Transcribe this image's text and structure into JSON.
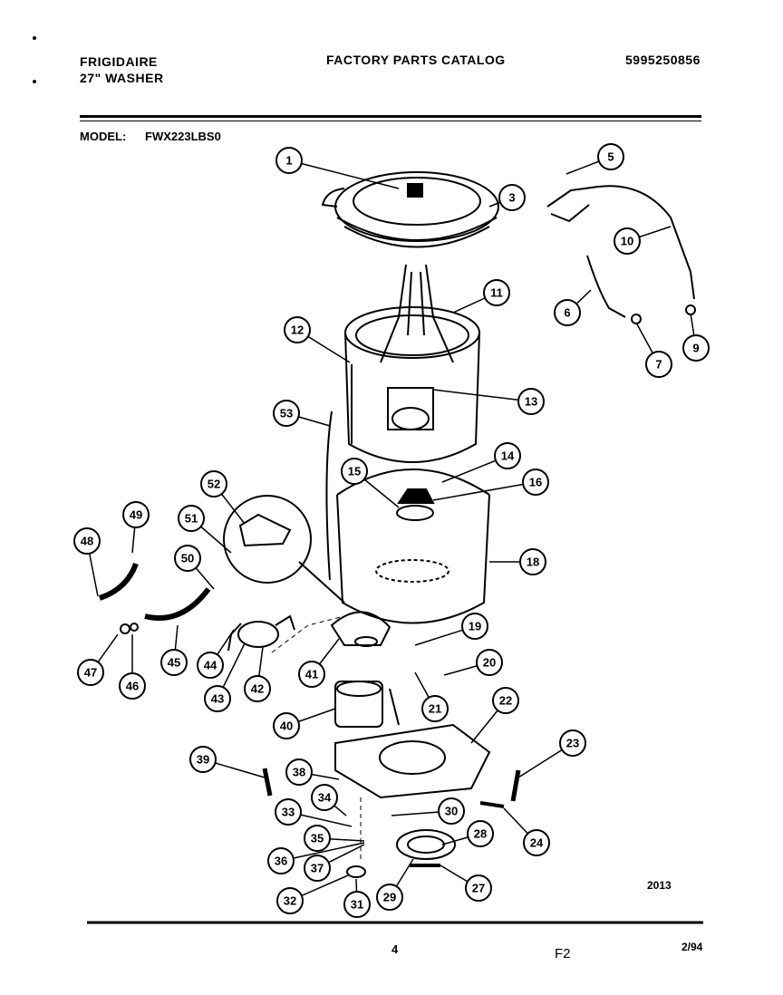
{
  "header": {
    "brand": "FRIGIDAIRE",
    "product": "27\" WASHER",
    "title": "FACTORY PARTS CATALOG",
    "catalog_number": "5995250856"
  },
  "model": {
    "label": "MODEL:",
    "value": "FWX223LBS0"
  },
  "figure_id": "2013",
  "footer": {
    "page": "4",
    "section": "F2",
    "date": "2/94"
  },
  "callouts": [
    "1",
    "3",
    "5",
    "10",
    "6",
    "7",
    "9",
    "11",
    "12",
    "13",
    "53",
    "14",
    "15",
    "16",
    "18",
    "52",
    "49",
    "48",
    "51",
    "50",
    "19",
    "20",
    "21",
    "22",
    "47",
    "46",
    "45",
    "44",
    "43",
    "42",
    "41",
    "40",
    "39",
    "38",
    "34",
    "33",
    "30",
    "35",
    "36",
    "37",
    "32",
    "31",
    "29",
    "28",
    "27",
    "23",
    "24"
  ]
}
